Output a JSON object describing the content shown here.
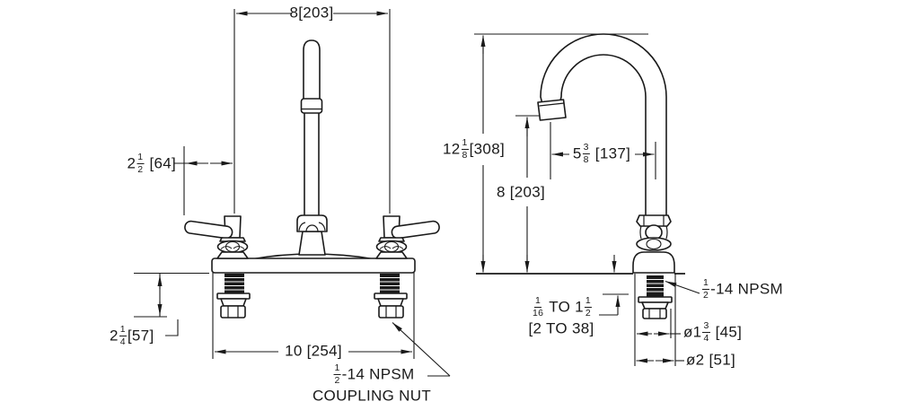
{
  "page": {
    "background": "#ffffff",
    "line_color": "#1a1a1a",
    "description": "Dimensional drawing of a deck-mount two-handle gooseneck faucet, front view and side view"
  },
  "front_view": {
    "dim_spread": {
      "value": "8",
      "bracket": "[203]"
    },
    "dim_handle_reach": {
      "whole": "2",
      "num": "1",
      "den": "2",
      "bracket": "[64]"
    },
    "dim_shank_length": {
      "whole": "2",
      "num": "1",
      "den": "4",
      "bracket": "[57]"
    },
    "dim_deck_width": {
      "value": "10",
      "bracket": "[254]"
    },
    "label_coupling": {
      "num": "1",
      "den": "2",
      "suffix": "-14 NPSM",
      "line2": "COUPLING NUT"
    }
  },
  "side_view": {
    "dim_overall_height": {
      "whole": "12",
      "num": "1",
      "den": "8",
      "bracket": "[308]"
    },
    "dim_spout_height": {
      "value": "8",
      "bracket": "[203]"
    },
    "dim_spout_reach": {
      "whole": "5",
      "num": "3",
      "den": "8",
      "bracket": "[137]"
    },
    "dim_deck_thickness": {
      "num1": "1",
      "den1": "16",
      "mid": "TO",
      "whole2": "1",
      "num2": "1",
      "den2": "2",
      "bracket": "[2 TO 38]"
    },
    "label_thread": {
      "num": "1",
      "den": "2",
      "suffix": "-14 NPSM"
    },
    "dim_flange_dia": {
      "prefix": "ø1",
      "num": "3",
      "den": "4",
      "bracket": "[45]"
    },
    "dim_base_dia": {
      "value": "ø2",
      "bracket": "[51]"
    }
  }
}
